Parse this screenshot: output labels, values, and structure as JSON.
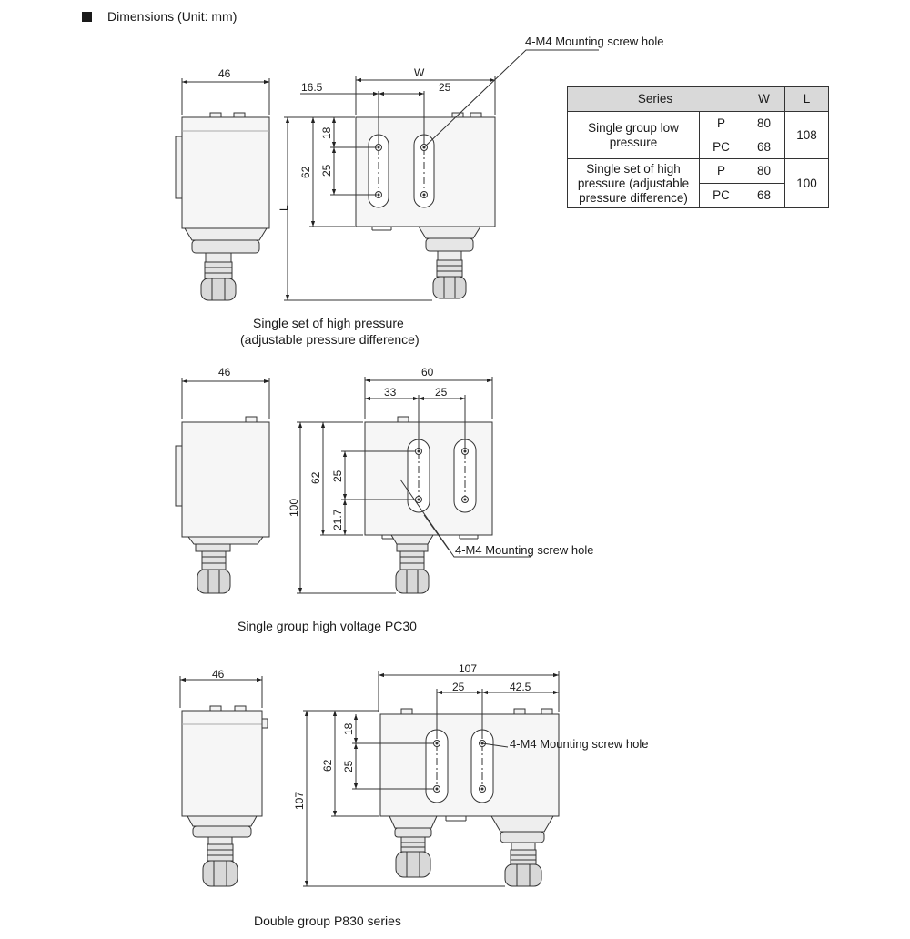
{
  "heading": {
    "bullet_icon": "square-bullet-icon",
    "text": "Dimensions (Unit: mm)"
  },
  "views": [
    {
      "caption_line1": "Single set of high pressure",
      "caption_line2": "(adjustable pressure difference)",
      "side_width": "46",
      "front_width": "W",
      "left_offset": "16.5",
      "slot_spacing": "25",
      "slot_top": "18",
      "slot_height": "25",
      "hole_span": "62",
      "total_height": "L",
      "callout": "4-M4 Mounting screw hole"
    },
    {
      "caption": "Single group high voltage PC30",
      "side_width": "46",
      "front_width": "60",
      "left_offset": "33",
      "slot_spacing": "25",
      "slot_height": "25",
      "slot_bottom": "21.7",
      "hole_span": "62",
      "total_height": "100",
      "callout": "4-M4 Mounting screw hole"
    },
    {
      "caption": "Double group P830 series",
      "side_width": "46",
      "front_width": "107",
      "slot_spacing": "25",
      "right_offset": "42.5",
      "slot_top": "18",
      "slot_height": "25",
      "hole_span": "62",
      "total_height": "107",
      "callout": "4-M4 Mounting screw hole"
    }
  ],
  "table": {
    "headers": {
      "series": "Series",
      "w": "W",
      "l": "L"
    },
    "groups": [
      {
        "name": "Single group low pressure",
        "rows": [
          {
            "type": "P",
            "w": "80"
          },
          {
            "type": "PC",
            "w": "68"
          }
        ],
        "l": "108"
      },
      {
        "name": "Single set of high pressure (adjustable pressure difference)",
        "rows": [
          {
            "type": "P",
            "w": "80"
          },
          {
            "type": "PC",
            "w": "68"
          }
        ],
        "l": "100"
      }
    ]
  }
}
